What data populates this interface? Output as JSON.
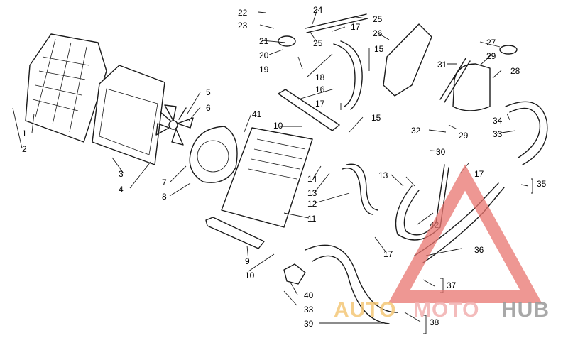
{
  "diagram": {
    "callouts": [
      "1",
      "2",
      "3",
      "4",
      "5",
      "6",
      "7",
      "8",
      "9",
      "10",
      "10",
      "11",
      "12",
      "13",
      "13",
      "14",
      "15",
      "15",
      "16",
      "17",
      "17",
      "17",
      "17",
      "18",
      "19",
      "20",
      "21",
      "22",
      "23",
      "24",
      "25",
      "25",
      "26",
      "27",
      "28",
      "29",
      "29",
      "30",
      "31",
      "32",
      "33",
      "33",
      "34",
      "35",
      "36",
      "37",
      "38",
      "39",
      "40",
      "41",
      "42"
    ]
  },
  "watermark": {
    "part1": "AUTO",
    "part2": "MOTO",
    "part3": "HUB",
    "color_auto": "#f4c777",
    "color_moto": "#f2b0b0",
    "color_hub": "#9a9a9a",
    "triangle_color": "#e8746f"
  },
  "colors": {
    "line": "#1a1a1a",
    "background": "#ffffff"
  }
}
